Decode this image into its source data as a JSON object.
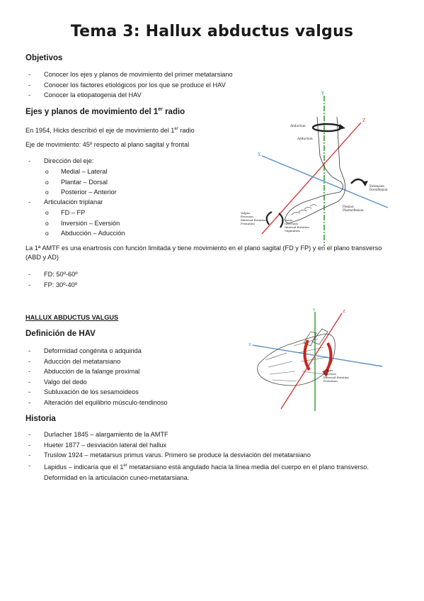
{
  "title": "Tema 3: Hallux abductus valgus",
  "objetivos": {
    "heading": "Objetivos",
    "items": [
      "Conocer los ejes y planos de movimiento del primer metatarsiano",
      "Conocer los factores etiológicos por los que se produce el HAV",
      "Conocer la etiopatogenia del HAV"
    ]
  },
  "ejes": {
    "heading_pre": "Ejes y planos de movimiento del 1",
    "heading_sup": "er",
    "heading_post": " radio",
    "p1_pre": "En 1954, Hicks describió el eje de movimiento del 1",
    "p1_sup": "er",
    "p1_post": " radio",
    "p2": "Eje de movimiento: 45º respecto al plano sagital y frontal",
    "direccion_label": "Dirección del eje:",
    "direccion_items": [
      "Medial – Lateral",
      "Plantar – Dorsal",
      "Posterior – Anterior"
    ],
    "articulacion_label": "Articulación triplanar",
    "articulacion_items": [
      "FD – FP",
      "Inversión – Eversión",
      "Abducción – Aducción"
    ],
    "p3": "La 1ª AMTF es una enartrosis con función limitada y tiene movimiento en el plano sagital (FD y FP) y en el plano transverso (ABD y AD)",
    "rangos": [
      "FD: 50º-60º",
      "FP: 30º-40º"
    ]
  },
  "figure1": {
    "axis_y": "Y",
    "axis_z": "Z",
    "axis_x": "X",
    "abduction": "Abduction",
    "adduction": "Adduction",
    "extension": "Extension",
    "dorsiflexion": "Dorsiflexion",
    "flexion": "Flexion",
    "plantarflexion": "Plantarflexion",
    "valgus": "Valgus",
    "eversion": "Eversion",
    "ext_rotation": "External Rotation",
    "pronation": "Pronation",
    "varus": "Varus",
    "inversion": "Inversion",
    "int_rotation": "Internal Rotation",
    "supination": "Supination"
  },
  "hav": {
    "section": "HALLUX ABDUCTUS VALGUS",
    "def_heading": "Definición de HAV",
    "def_items": [
      "Deformidad congénita o adquirida",
      "Aducción del metatarsiano",
      "Abducción de la falange proximal",
      "Valgo del dedo",
      "Subluxación de los sesamoideos",
      "Alteración del equilibrio músculo-tendinoso"
    ],
    "hist_heading": "Historia",
    "hist_items": [
      "Durlacher 1845 – alargamiento de la AMTF",
      "Hueter 1877 – desviación lateral del hallux",
      "Truslow 1924 – metatarsus primus varus. Primero se produce la desviación del metatarsiano"
    ],
    "lapidus_pre": "Lapidus – indicaría que el 1",
    "lapidus_sup": "er",
    "lapidus_post": " metatarsiano está angulado hacia la línea media del cuerpo en el plano transverso. Deformidad en la articulación cuneo-metatarsiana."
  },
  "figure2": {
    "axis_y": "Y",
    "axis_z": "Z",
    "axis_x": "X",
    "valgus": "Valgus",
    "eversion": "Eversion",
    "ext_rotation": "External Rotation",
    "pronation": "Pronation"
  },
  "colors": {
    "axis_y": "#3c9a3c",
    "axis_z": "#d23a3a",
    "axis_x": "#5b8fc9",
    "red_arrow": "#c4261d"
  }
}
